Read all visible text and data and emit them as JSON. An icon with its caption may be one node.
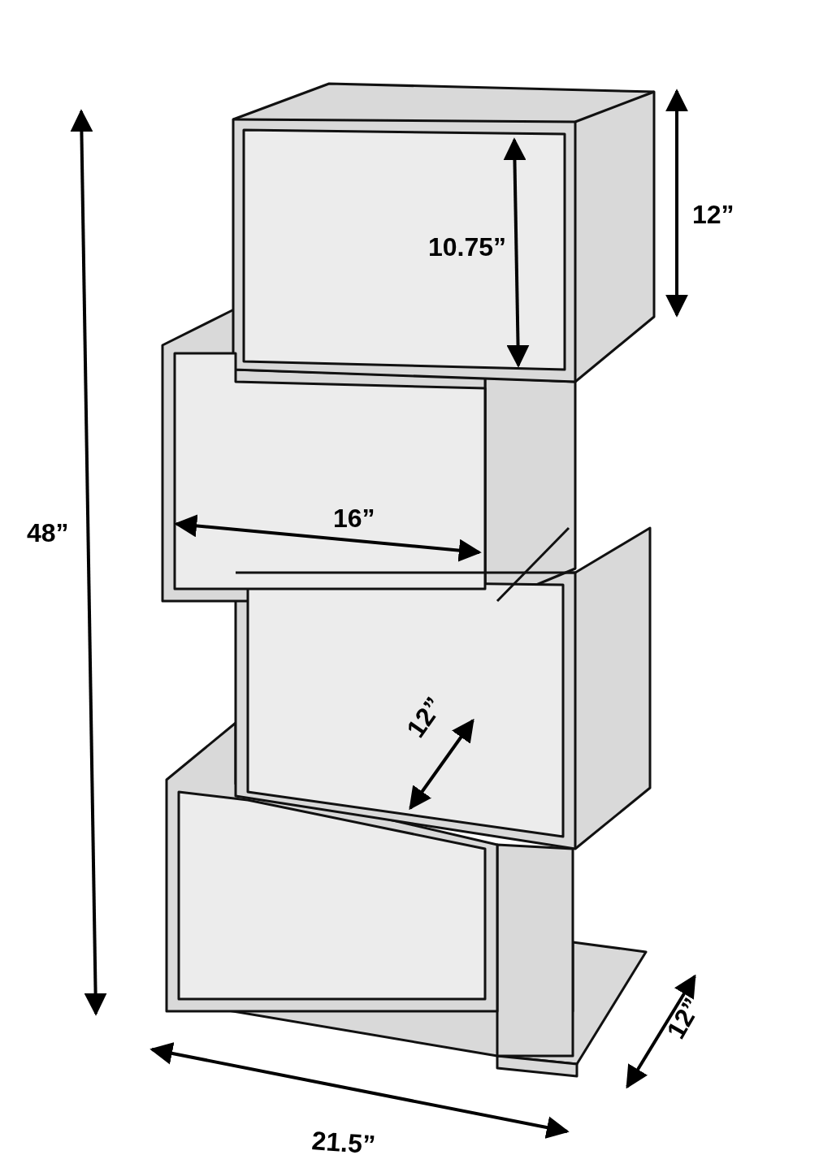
{
  "diagram": {
    "labels": [
      "12”",
      "10.75”",
      "16”",
      "48”",
      "12”",
      "12”",
      "21.5”"
    ]
  }
}
